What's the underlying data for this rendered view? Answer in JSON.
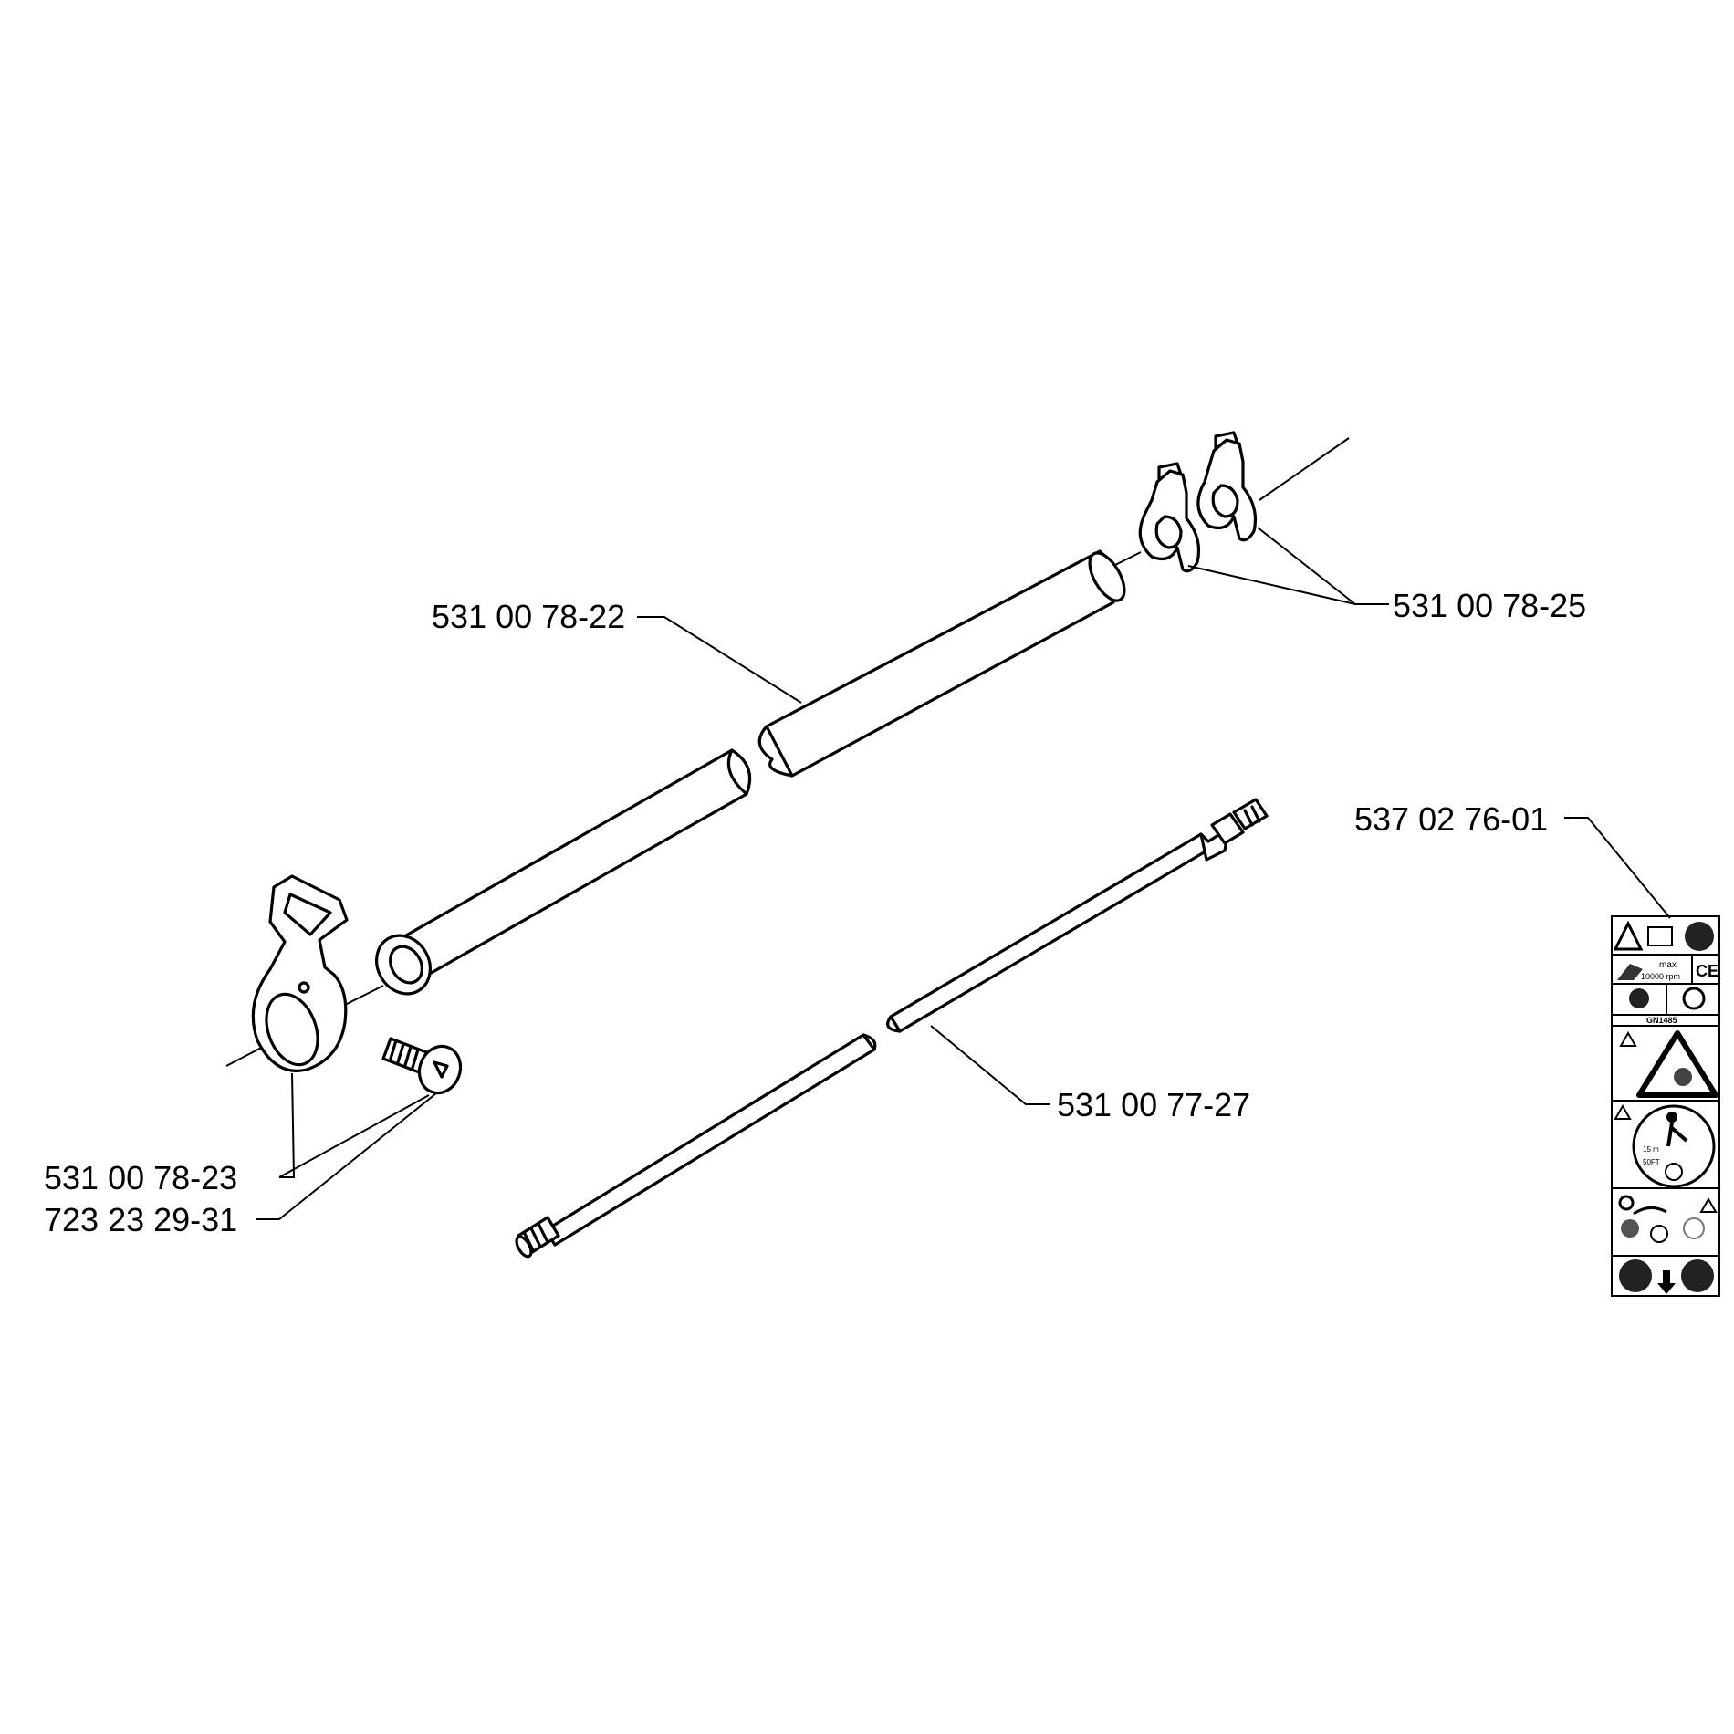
{
  "labels": {
    "shaft_tube": "531 00 78-22",
    "holder_clips": "531 00 78-25",
    "decal": "537 02 76-01",
    "drive_shaft": "531 00 77-27",
    "handle_clamp": "531 00 78-23",
    "screw": "723 23 29-31"
  },
  "decal": {
    "rpm_max": "max",
    "rpm_value": "10000 rpm",
    "ce_mark": "CE",
    "cert_code": "GN1485",
    "distance_m": "15 m",
    "distance_ft": "50FT"
  }
}
